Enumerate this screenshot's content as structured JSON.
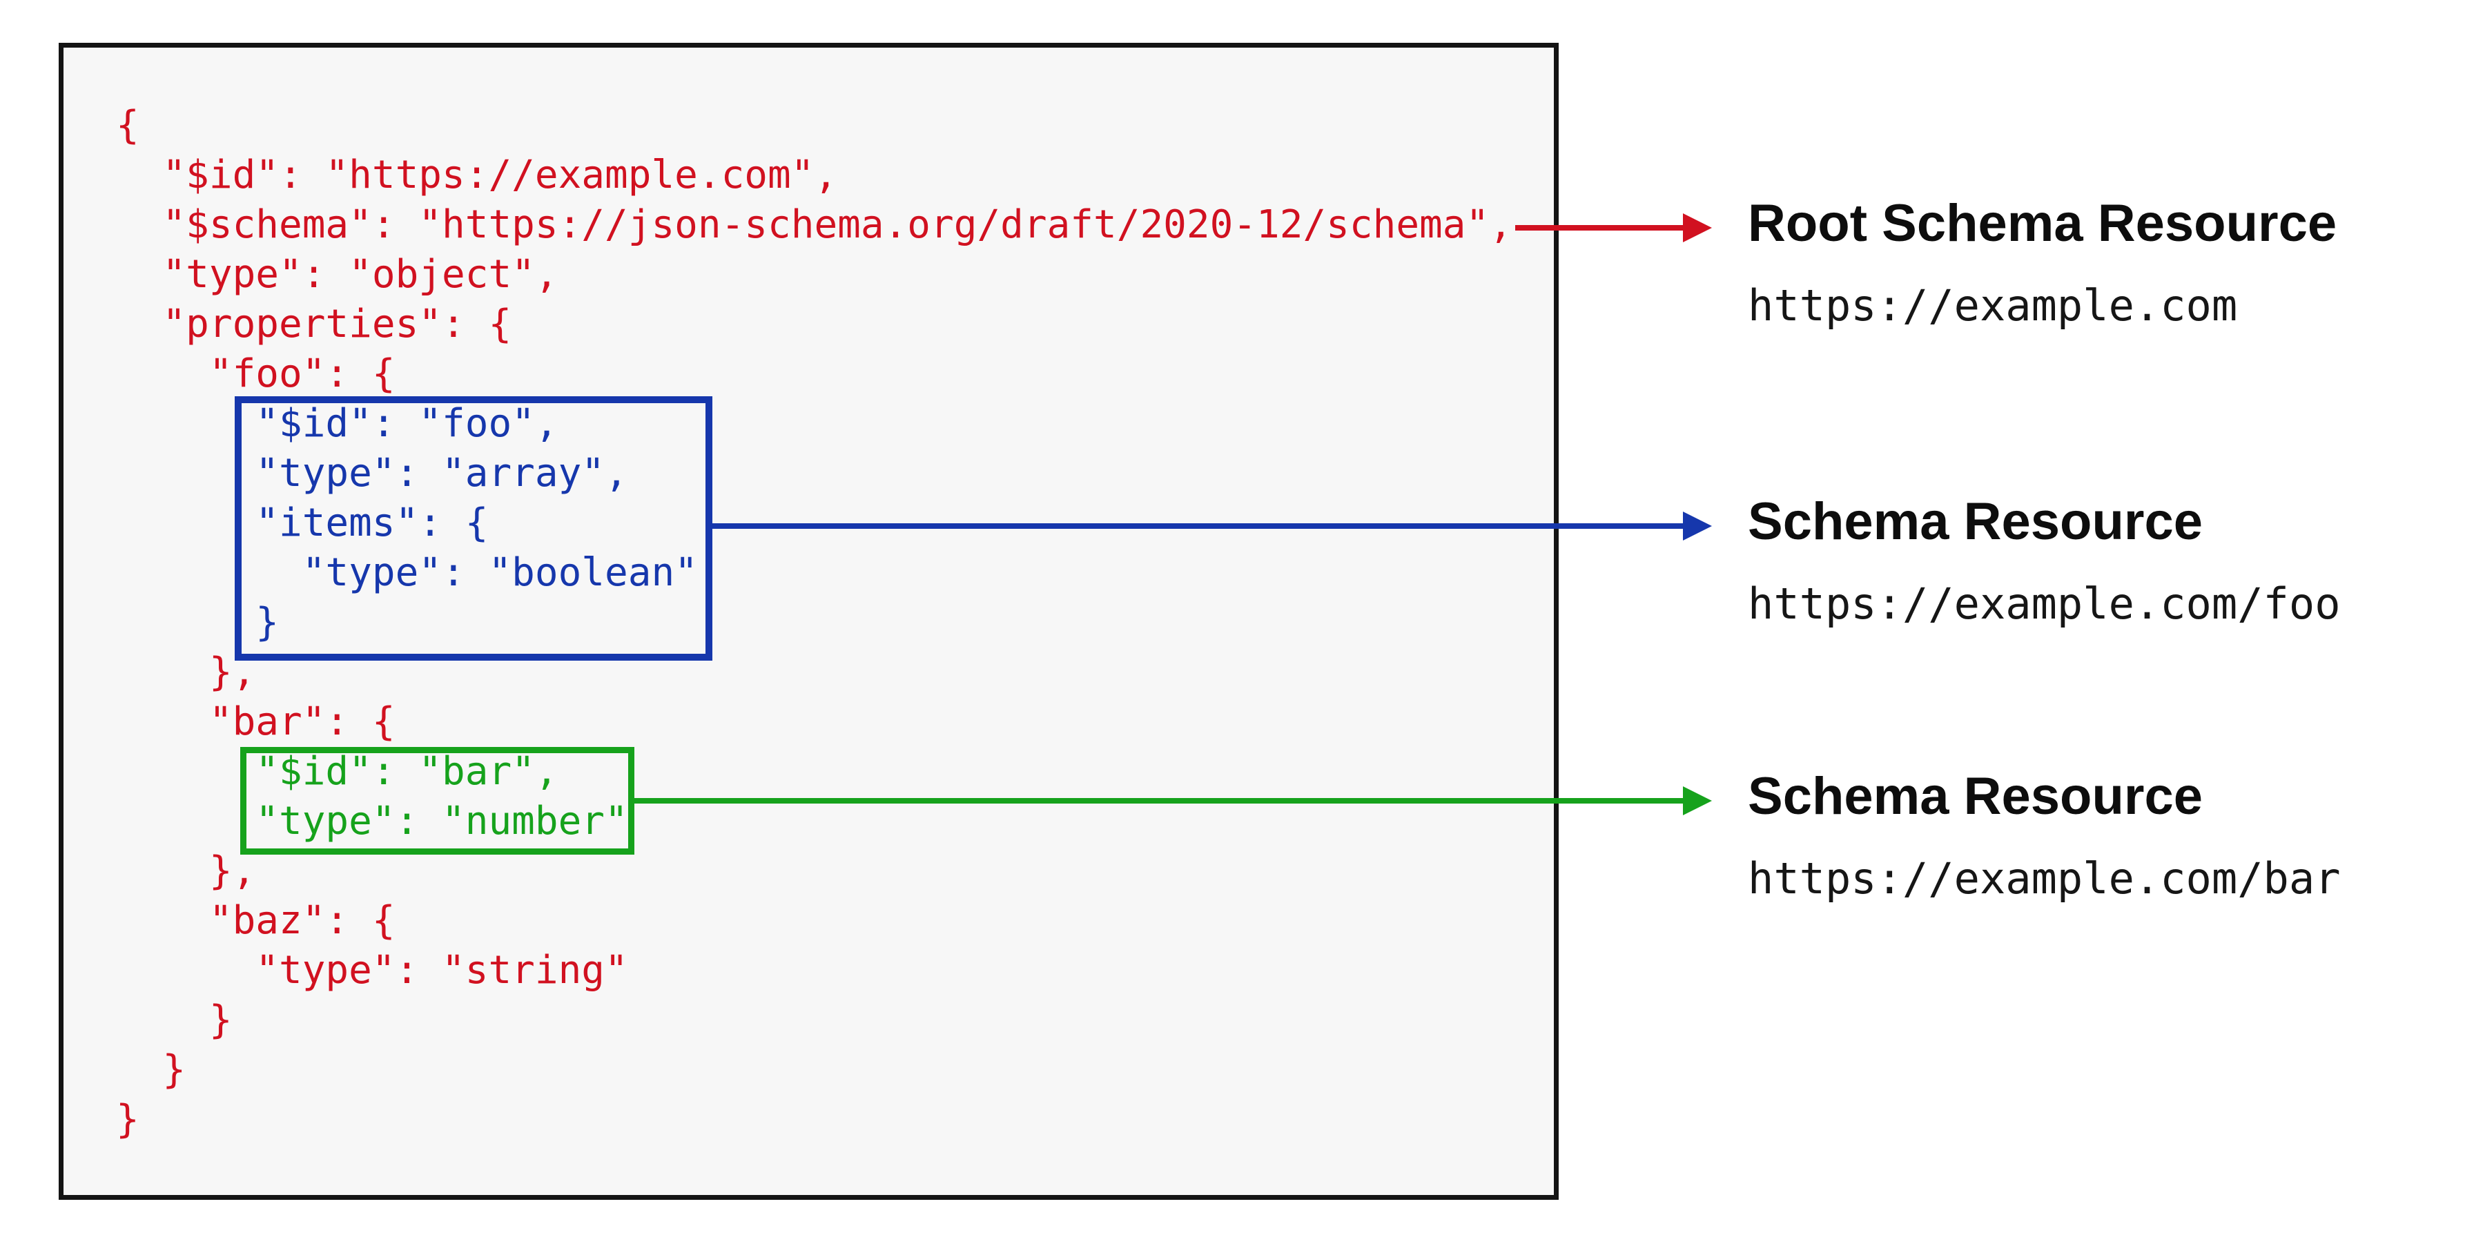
{
  "diagram": {
    "code": {
      "lines": [
        {
          "text": "{",
          "color": "red"
        },
        {
          "text": "  \"$id\": \"https://example.com\",",
          "color": "red"
        },
        {
          "text": "  \"$schema\": \"https://json-schema.org/draft/2020-12/schema\",",
          "color": "red"
        },
        {
          "text": "  \"type\": \"object\",",
          "color": "red"
        },
        {
          "text": "  \"properties\": {",
          "color": "red"
        },
        {
          "text": "    \"foo\": {",
          "color": "red"
        },
        {
          "text": "      \"$id\": \"foo\",",
          "color": "blue"
        },
        {
          "text": "      \"type\": \"array\",",
          "color": "blue"
        },
        {
          "text": "      \"items\": {",
          "color": "blue"
        },
        {
          "text": "        \"type\": \"boolean\"",
          "color": "blue"
        },
        {
          "text": "      }",
          "color": "blue"
        },
        {
          "text": "    },",
          "color": "red"
        },
        {
          "text": "    \"bar\": {",
          "color": "red"
        },
        {
          "text": "      \"$id\": \"bar\",",
          "color": "green"
        },
        {
          "text": "      \"type\": \"number\"",
          "color": "green"
        },
        {
          "text": "    },",
          "color": "red"
        },
        {
          "text": "    \"baz\": {",
          "color": "red"
        },
        {
          "text": "      \"type\": \"string\"",
          "color": "red"
        },
        {
          "text": "    }",
          "color": "red"
        },
        {
          "text": "  }",
          "color": "red"
        },
        {
          "text": "}",
          "color": "red"
        }
      ]
    },
    "annotations": [
      {
        "title": "Root Schema Resource",
        "url": "https://example.com",
        "color": "red"
      },
      {
        "title": "Schema Resource",
        "url": "https://example.com/foo",
        "color": "blue"
      },
      {
        "title": "Schema Resource",
        "url": "https://example.com/bar",
        "color": "green"
      }
    ],
    "colors": {
      "red": "#d11120",
      "blue": "#1637ac",
      "green": "#16a21c",
      "panel_border": "#141414",
      "panel_background": "#f7f7f7"
    }
  }
}
